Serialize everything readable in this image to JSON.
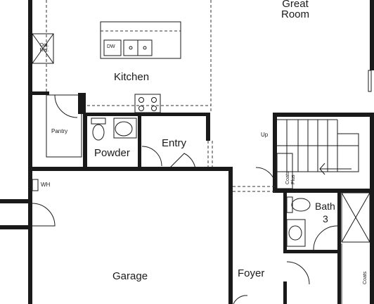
{
  "rooms": {
    "great_room": "Great\nRoom",
    "kitchen": "Kitchen",
    "pantry": "Pantry",
    "powder": "Powder",
    "entry": "Entry",
    "garage": "Garage",
    "foyer": "Foyer",
    "bath3_line1": "Bath",
    "bath3_line2": "3"
  },
  "labels": {
    "dw": "DW",
    "ref": "Opt.\nRef.",
    "wh": "WH",
    "up": "Up",
    "coats_plus": "Coats\nPlus",
    "coats": "Coats"
  },
  "colors": {
    "wall": "#1a1a1a",
    "background": "#ffffff"
  }
}
